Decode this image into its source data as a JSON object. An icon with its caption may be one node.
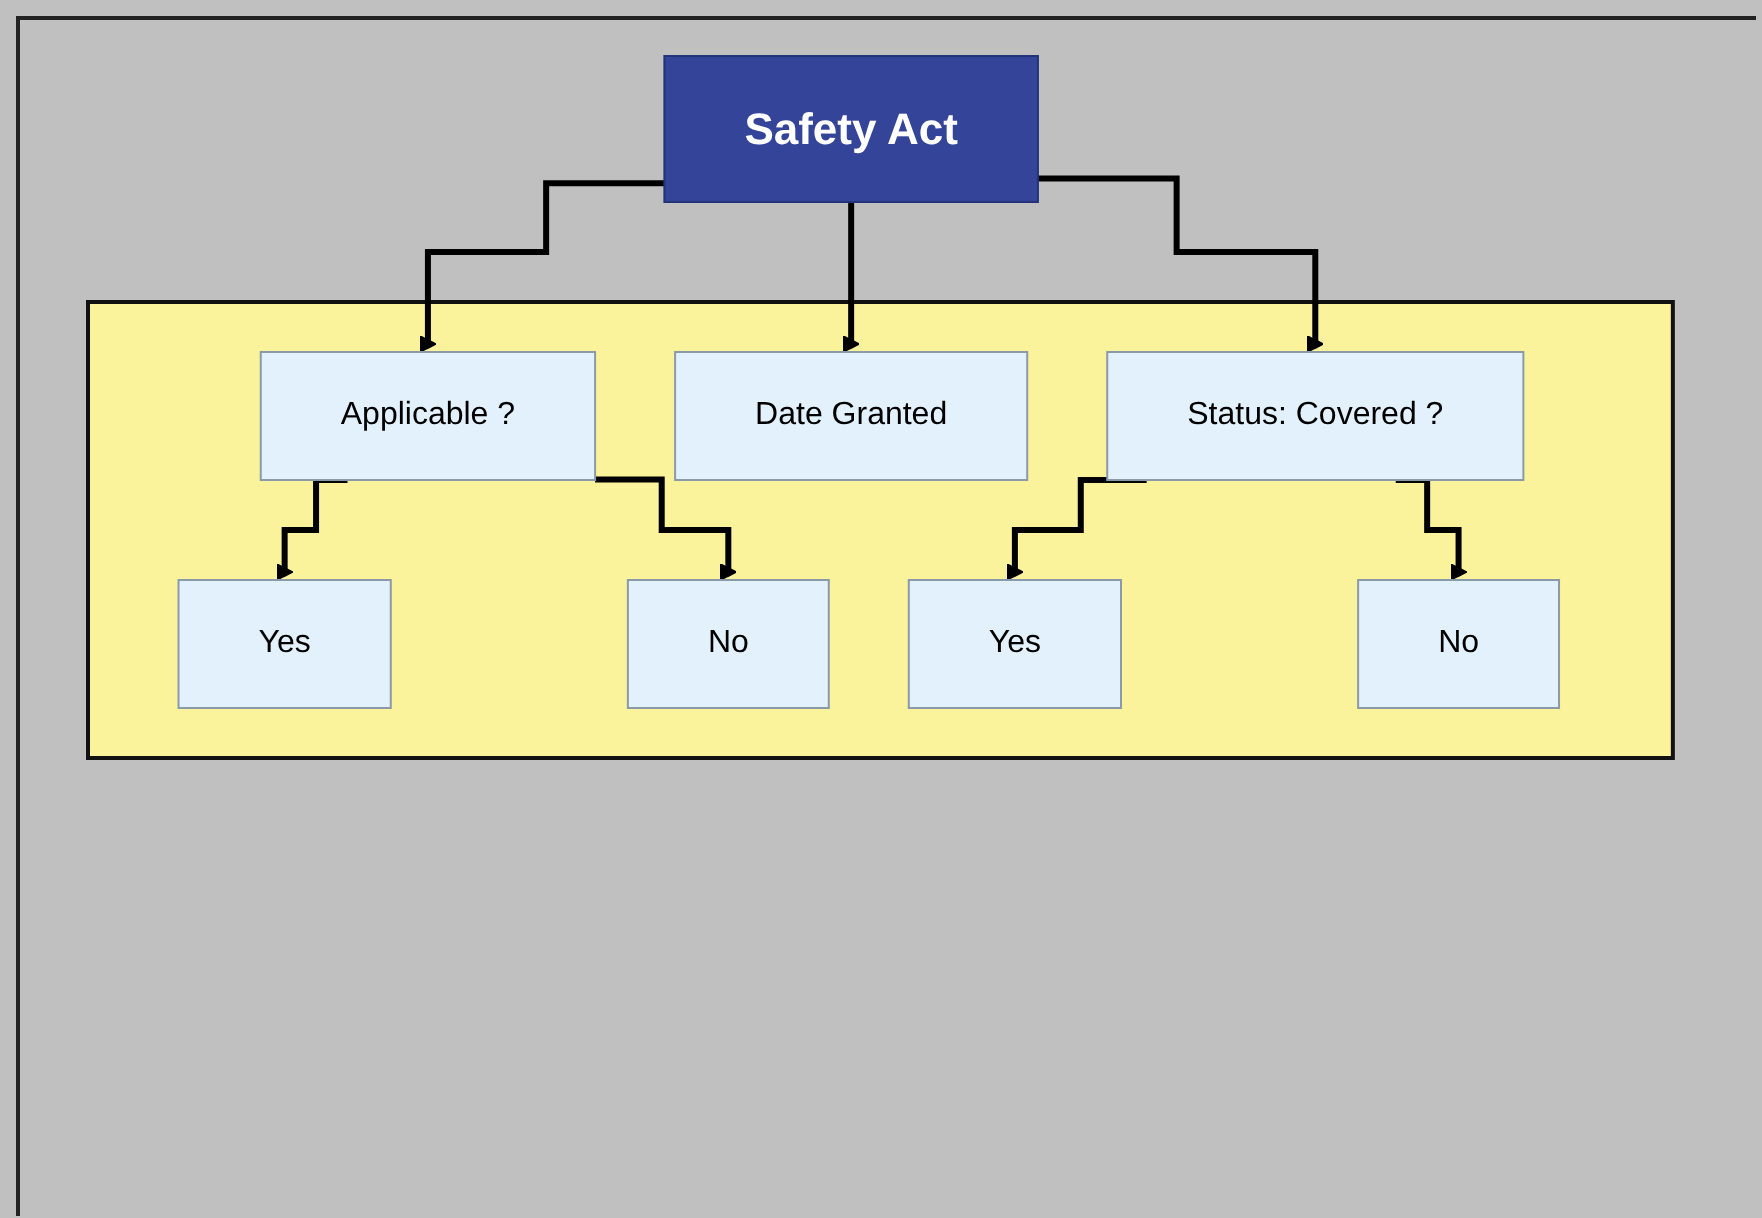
{
  "diagram": {
    "nodes": [
      {
        "text": [
          "Safety Act"
        ]
      },
      {
        "text": [],
        "shape": "box"
      },
      {
        "text": [
          "Applicable ?"
        ],
        "in": 1
      },
      {
        "text": [
          "Date Granted"
        ],
        "in": 1
      },
      {
        "text": [
          "Status: Covered ?"
        ],
        "in": 1
      },
      {
        "text": [
          "Yes"
        ],
        "in": 1
      },
      {
        "text": [
          "No"
        ],
        "in": 1
      },
      {
        "text": [
          "Yes"
        ],
        "in": 1
      },
      {
        "text": [
          "No"
        ],
        "in": 1
      }
    ],
    "edges": [
      {
        "from": 0,
        "to": 2,
        "arrow": "to"
      },
      {
        "from": 0,
        "to": 3,
        "arrow": "to"
      },
      {
        "from": 0,
        "to": 4,
        "arrow": "to"
      },
      {
        "from": 2,
        "to": 5,
        "arrow": "to"
      },
      {
        "from": 2,
        "to": 6,
        "arrow": "to"
      },
      {
        "from": 4,
        "to": 7,
        "arrow": "to"
      },
      {
        "from": 4,
        "to": 8,
        "arrow": "to"
      }
    ]
  }
}
